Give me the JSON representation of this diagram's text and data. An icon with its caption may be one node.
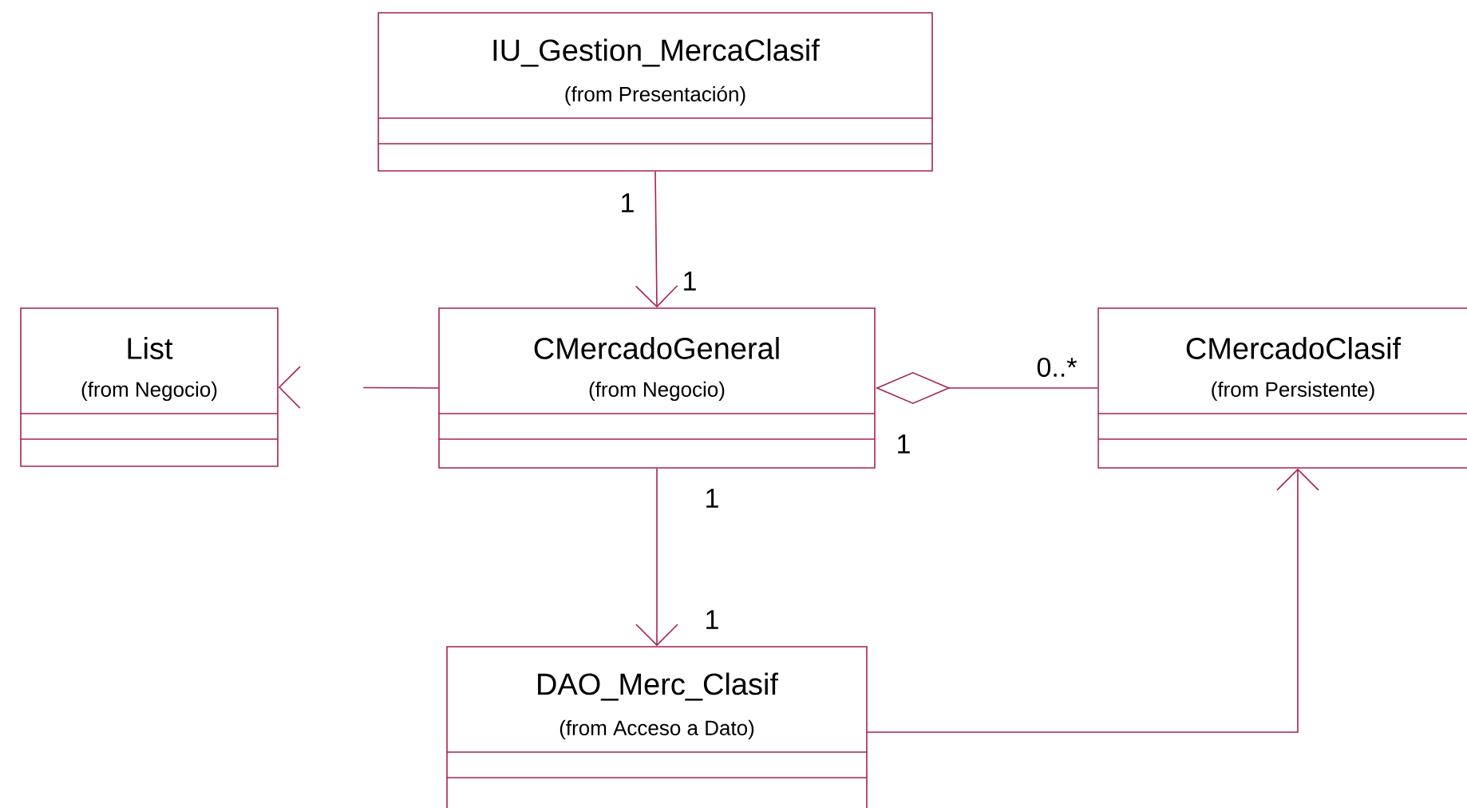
{
  "diagram": {
    "nodes": [
      {
        "text": [
          "IU_Gestion_MercaClasif",
          "(from Presentación)"
        ]
      },
      {
        "text": [
          "List",
          "(from Negocio)"
        ]
      },
      {
        "text": [
          "CMercadoGeneral",
          "(from Negocio)"
        ]
      },
      {
        "text": [
          "CMercadoClasif",
          "(from Persistente)"
        ]
      },
      {
        "text": [
          "DAO_Merc_Clasif",
          "(from Acceso a Dato)"
        ]
      }
    ],
    "edges": [
      {
        "from": 0,
        "to": 2,
        "arrow": "to"
      },
      {
        "from": 2,
        "to": 1,
        "arrow": "to",
        "style": "dashed"
      },
      {
        "from": 2,
        "to": 3,
        "arrow": "other"
      },
      {
        "from": 2,
        "to": 4,
        "arrow": "to"
      },
      {
        "from": 4,
        "to": 3,
        "arrow": "to"
      }
    ],
    "labels": [
      "1",
      "1",
      "0..*",
      "1",
      "1",
      "1"
    ]
  }
}
